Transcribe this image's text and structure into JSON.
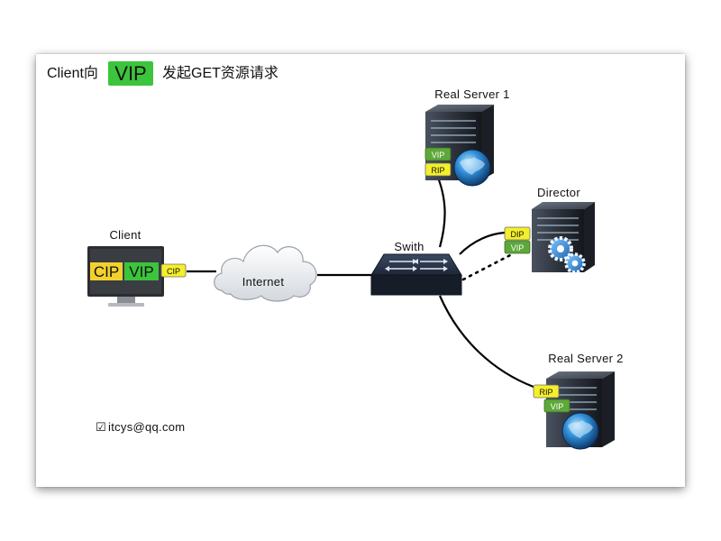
{
  "title": {
    "prefix": "Client向",
    "highlight": "VIP",
    "suffix": "发起GET资源请求"
  },
  "nodes": {
    "client": {
      "label": "Client",
      "screen_tags": [
        "CIP",
        "VIP"
      ],
      "port_tag": "CIP"
    },
    "internet": {
      "label": "Internet"
    },
    "switch": {
      "label": "Swith"
    },
    "real_server_1": {
      "label": "Real Server 1",
      "tags": [
        "VIP",
        "RIP"
      ]
    },
    "director": {
      "label": "Director",
      "tags": [
        "DIP",
        "VIP"
      ]
    },
    "real_server_2": {
      "label": "Real Server 2",
      "tags": [
        "RIP",
        "VIP"
      ]
    }
  },
  "footer": {
    "checkbox_glyph": "☑",
    "contact": "itcys@qq.com"
  },
  "colors": {
    "vip_green": "#3cc43c",
    "tag_green": "#5ea83a",
    "tag_yellow": "#f4ef2a",
    "cip_yellow": "#f2d12e",
    "server_dark": "#2a2f36",
    "switch_dark": "#1f2a3a"
  },
  "icons": [
    "monitor-icon",
    "cloud-icon",
    "network-switch-icon",
    "server-globe-icon",
    "server-gears-icon"
  ]
}
